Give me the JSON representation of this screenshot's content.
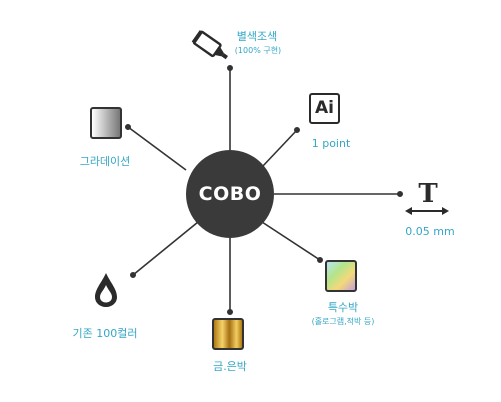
{
  "hub": {
    "label": "COBO"
  },
  "spokes": {
    "color_separation": {
      "label": "별색조색",
      "sublabel": "(100% 구현)",
      "icon": "paint-tube-icon"
    },
    "vector": {
      "label": "1 point",
      "icon": "illustrator-ai-icon"
    },
    "text": {
      "label": "0.05 mm",
      "icon": "text-size-icon"
    },
    "specialty_foil": {
      "label": "특수박",
      "sublabel": "(홀로그램,적박 등)",
      "icon": "holographic-swatch-icon"
    },
    "gold_silver_foil": {
      "label": "금.은박",
      "icon": "gold-foil-swatch-icon"
    },
    "existing_colors": {
      "label": "기존 100컬러",
      "icon": "ink-drop-icon"
    },
    "gradation": {
      "label": "그라데이션",
      "icon": "gradient-swatch-icon"
    }
  },
  "colors": {
    "accent": "#35a7c5",
    "hub": "#3a3a3a",
    "line": "#333333"
  }
}
